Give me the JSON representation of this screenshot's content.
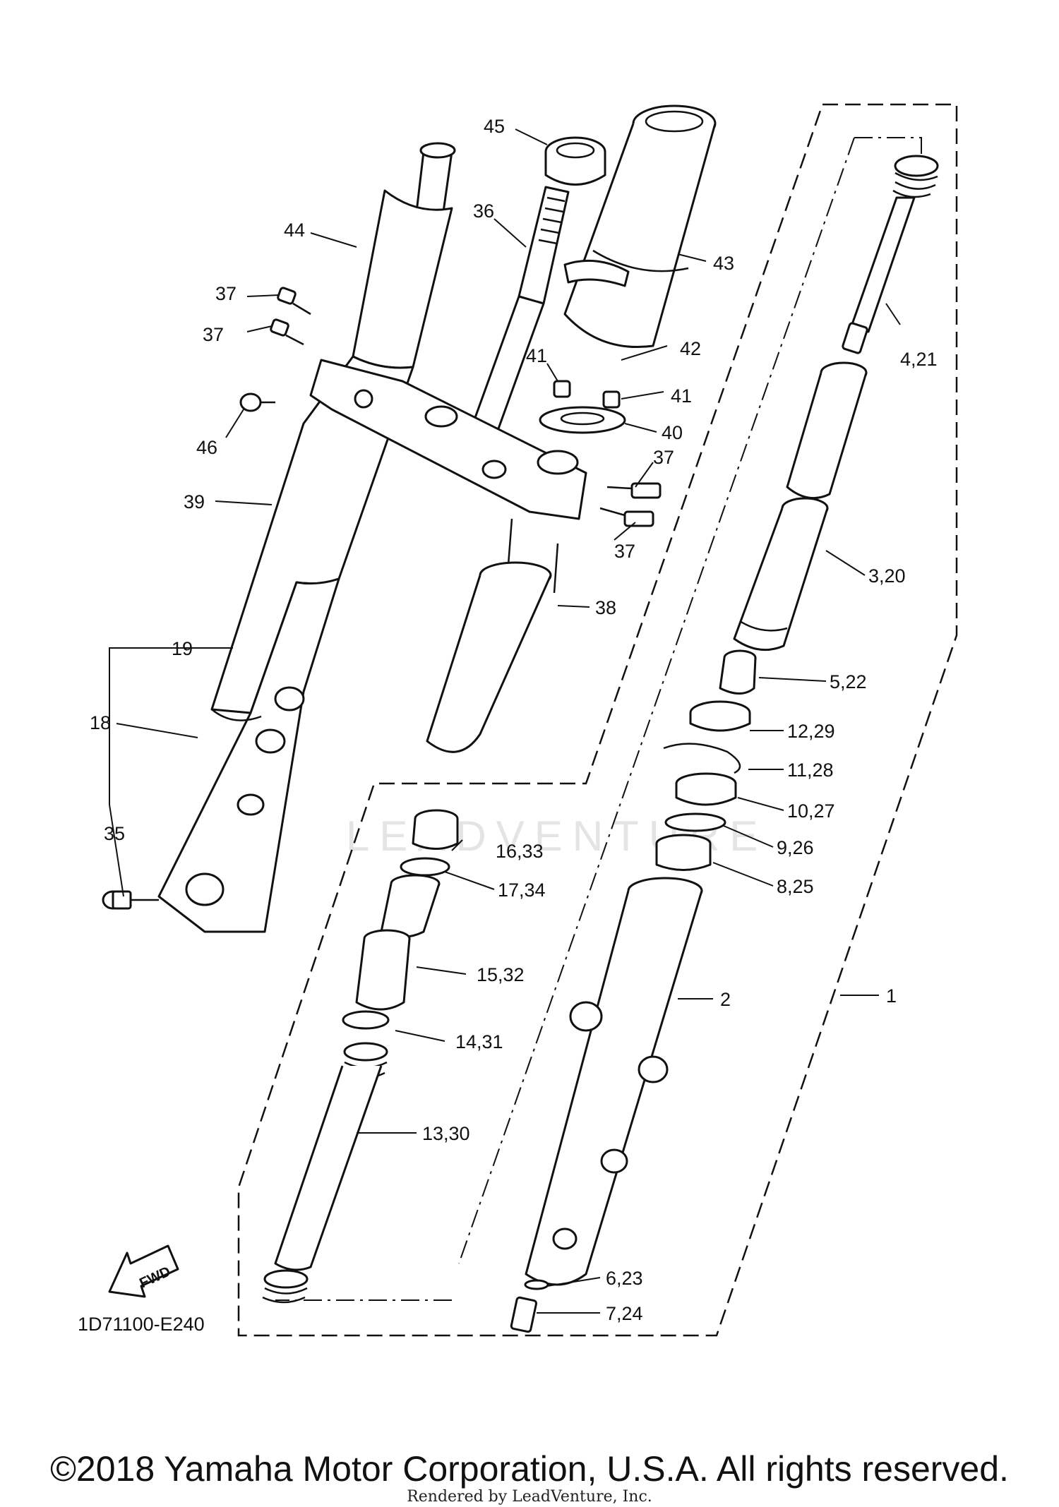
{
  "diagram": {
    "callouts": [
      "45",
      "36",
      "43",
      "44",
      "37",
      "37",
      "42",
      "41",
      "41",
      "40",
      "46",
      "37",
      "37",
      "39",
      "38",
      "4,21",
      "3,20",
      "5,22",
      "12,29",
      "11,28",
      "10,27",
      "9,26",
      "8,25",
      "19",
      "18",
      "35",
      "16,33",
      "17,34",
      "15,32",
      "14,31",
      "13,30",
      "2",
      "1",
      "6,23",
      "7,24"
    ],
    "fwd_label": "FWD",
    "figure_code": "1D71100-E240",
    "watermark": "LEADVENTURE"
  },
  "footer": {
    "copyright": "©2018 Yamaha Motor Corporation, U.S.A. All rights reserved.",
    "rendered_by": "Rendered by LeadVenture, Inc."
  }
}
